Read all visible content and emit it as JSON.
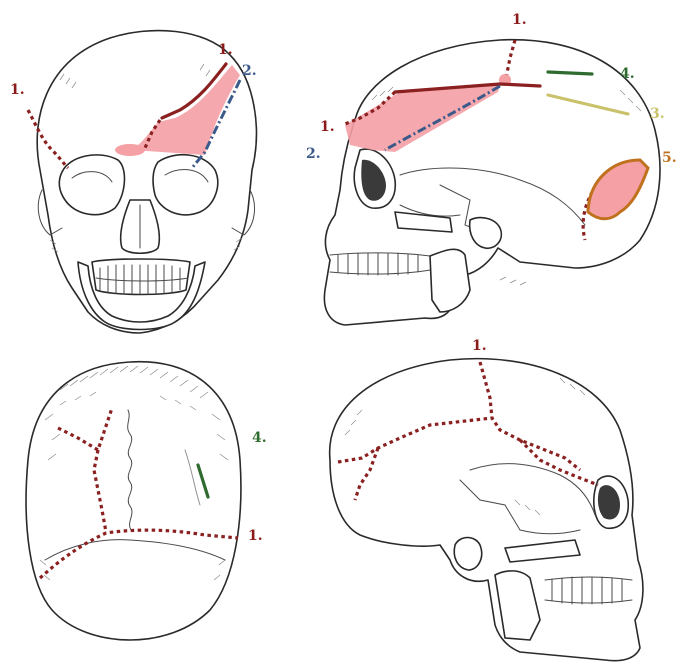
{
  "colors": {
    "label_1": "#8b1a1a",
    "label_2": "#3b5a8a",
    "label_3": "#c9c26a",
    "label_4": "#2f6b2f",
    "label_5": "#c0711e",
    "highlight_fill": "#f4a0a5",
    "suture": "#8b2020"
  },
  "panels": [
    {
      "view": "front",
      "labels": [
        {
          "text": "1.",
          "color_key": "label_1"
        },
        {
          "text": "1.",
          "color_key": "label_1"
        },
        {
          "text": "2.",
          "color_key": "label_2"
        }
      ]
    },
    {
      "view": "lateral-left",
      "labels": [
        {
          "text": "1.",
          "color_key": "label_1"
        },
        {
          "text": "1.",
          "color_key": "label_1"
        },
        {
          "text": "2.",
          "color_key": "label_2"
        },
        {
          "text": "3.",
          "color_key": "label_3"
        },
        {
          "text": "4.",
          "color_key": "label_4"
        },
        {
          "text": "5.",
          "color_key": "label_5"
        }
      ]
    },
    {
      "view": "top",
      "labels": [
        {
          "text": "4.",
          "color_key": "label_4"
        },
        {
          "text": "1.",
          "color_key": "label_1"
        }
      ]
    },
    {
      "view": "lateral-right",
      "labels": [
        {
          "text": "1.",
          "color_key": "label_1"
        }
      ]
    }
  ]
}
